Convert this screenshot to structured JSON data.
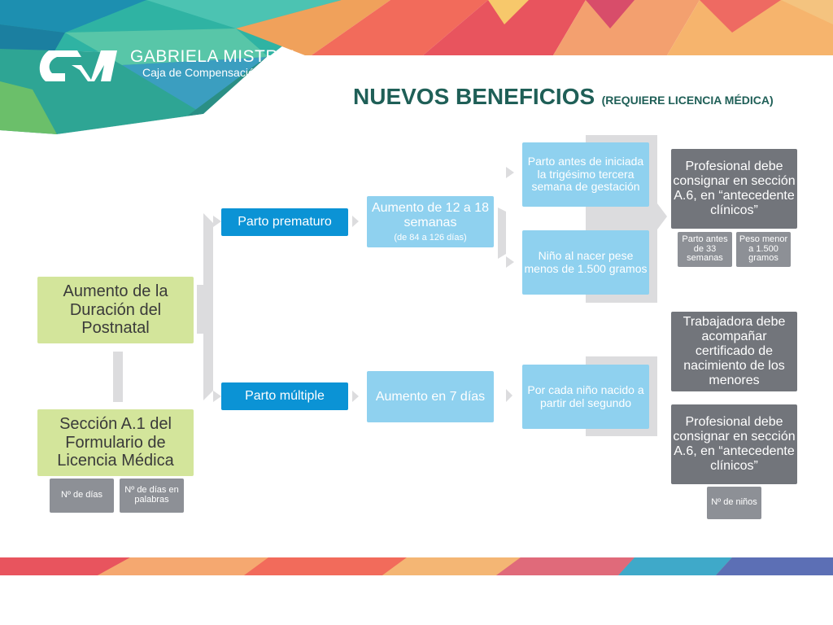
{
  "brand": {
    "logo_letters": "GM",
    "name": "GABRIELA MISTRAL",
    "subtitle": "Caja de Compensación"
  },
  "title": {
    "main": "NUEVOS BENEFICIOS",
    "sub": "(REQUIERE LICENCIA MÉDICA)"
  },
  "diagram": {
    "root": "Aumento de la Duración del Postnatal",
    "form": "Sección A.1 del Formulario de Licencia Médica",
    "form_fields": [
      "Nº de días",
      "Nº de días en palabras"
    ],
    "premature": {
      "label": "Parto prematuro",
      "benefit": "Aumento de 12 a 18 semanas",
      "benefit_detail": "(de 84 a 126 días)",
      "condition_1": "Parto antes de iniciada la trigésimo tercera semana de gestación",
      "condition_2": "Niño al nacer pese menos de 1.500 gramos",
      "requirement": "Profesional debe consignar en sección A.6, en “antecedente clínicos”",
      "requirement_fields": [
        "Parto antes de 33 semanas",
        "Peso menor a 1.500 gramos"
      ]
    },
    "multiple": {
      "label": "Parto múltiple",
      "benefit": "Aumento en 7 días",
      "condition": "Por cada niño nacido a partir del segundo",
      "requirement_1": "Trabajadora debe acompañar certificado de nacimiento de los menores",
      "requirement_2": "Profesional debe consignar en sección A.6, en “antecedente clínicos”",
      "requirement_fields": [
        "Nº de niños"
      ]
    }
  },
  "colors": {
    "green": "#d3e59b",
    "blue": "#0b93d5",
    "light_blue": "#8fd1ef",
    "dark_gray": "#72757b",
    "title": "#1f5f57"
  }
}
